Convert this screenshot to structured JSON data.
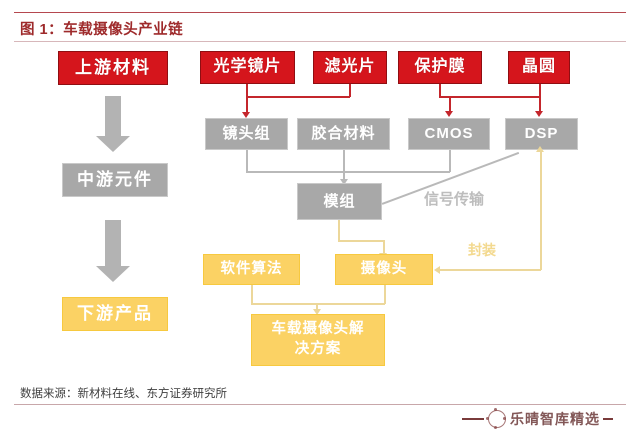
{
  "figure": {
    "title": "图 1：车载摄像头产业链",
    "source": "数据来源：新材料在线、东方证券研究所"
  },
  "watermark": {
    "text": "乐晴智库精选",
    "logo_icon": "circle-logo-icon"
  },
  "colors": {
    "red": "#d5151c",
    "red_border": "#8f0e12",
    "gray": "#a8a8a8",
    "gray_border": "#c9c9c9",
    "yellow": "#fbd264",
    "yellow_border": "#f7c93f",
    "title_red": "#9e2a2b",
    "arrow_gray": "#b3b3b3",
    "connector_red": "#c4262c",
    "connector_gray": "#b9b9b9",
    "connector_yellow": "#ecd79a"
  },
  "stages": [
    {
      "id": "upstream",
      "label": "上游材料",
      "tone": "red"
    },
    {
      "id": "midstream",
      "label": "中游元件",
      "tone": "gray"
    },
    {
      "id": "downstream",
      "label": "下游产品",
      "tone": "yellow"
    }
  ],
  "materials": [
    {
      "id": "optical-lens",
      "label": "光学镜片"
    },
    {
      "id": "optical-filter",
      "label": "滤光片"
    },
    {
      "id": "protective-film",
      "label": "保护膜"
    },
    {
      "id": "wafer",
      "label": "晶圆"
    }
  ],
  "components": [
    {
      "id": "lens-group",
      "label": "镜头组"
    },
    {
      "id": "adhesive-material",
      "label": "胶合材料"
    },
    {
      "id": "cmos",
      "label": "CMOS"
    },
    {
      "id": "dsp",
      "label": "DSP"
    }
  ],
  "module": {
    "id": "module",
    "label": "模组"
  },
  "products": [
    {
      "id": "software-algorithm",
      "label": "软件算法"
    },
    {
      "id": "camera",
      "label": "摄像头"
    }
  ],
  "solution": {
    "id": "vehicle-camera-solution",
    "line1": "车载摄像头解",
    "line2": "决方案"
  },
  "edge_labels": [
    {
      "id": "signal-transmission",
      "label": "信号传输",
      "tone": "gray"
    },
    {
      "id": "packaging",
      "label": "封装",
      "tone": "yellow"
    }
  ]
}
